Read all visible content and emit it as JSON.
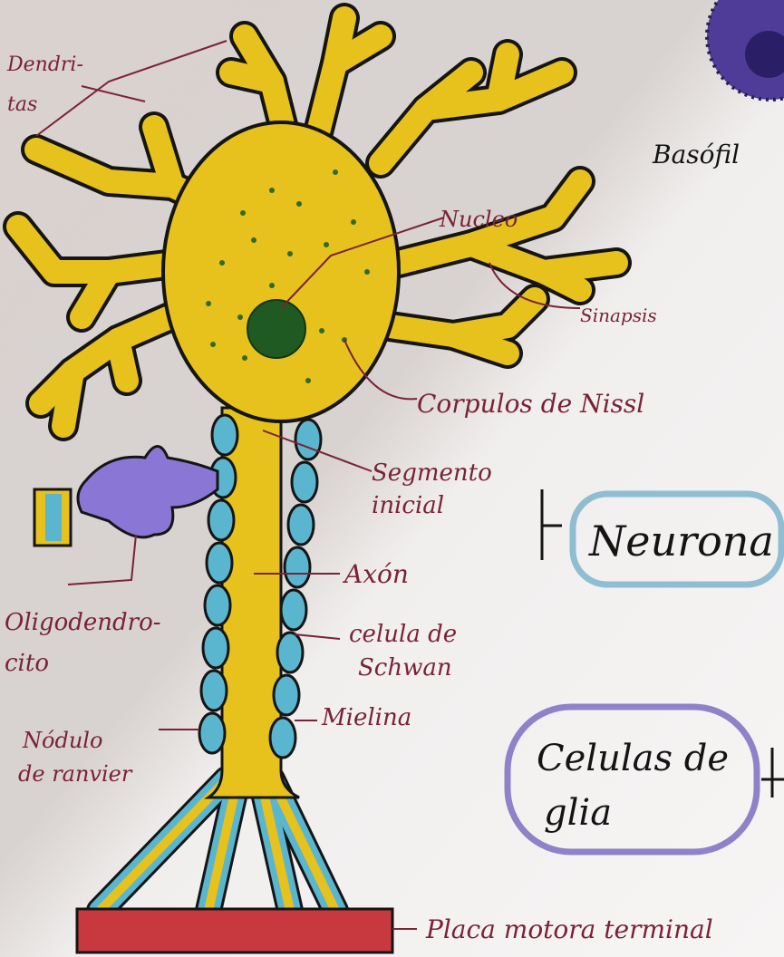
{
  "labels": {
    "dendritas_1": "Dendri-",
    "dendritas_2": "tas",
    "basofil": "Basófil",
    "nucleo": "Nucleo",
    "sinapsis": "Sinapsis",
    "corpulos": "Corpulos de Nissl",
    "segmento_1": "Segmento",
    "segmento_2": "inicial",
    "axon": "Axón",
    "oligo_1": "Oligodendro-",
    "oligo_2": "cito",
    "schwan_1": "celula de",
    "schwan_2": "Schwan",
    "mielina": "Mielina",
    "nodulo_1": "Nódulo",
    "nodulo_2": "de ranvier",
    "placa": "Placa motora terminal"
  },
  "boxes": {
    "neurona": "Neurona",
    "glia_1": "Celulas de",
    "glia_2": "glia"
  },
  "colors": {
    "neuron": "#e7c21d",
    "nucleus": "#1f5a22",
    "myelin": "#5ab6cf",
    "oligodendrocyte": "#8a76d4",
    "motor_plate": "#c8383f",
    "label_ink": "#7a2236",
    "neurona_box": "#8fbdd2",
    "glia_box": "#8e82c8"
  }
}
